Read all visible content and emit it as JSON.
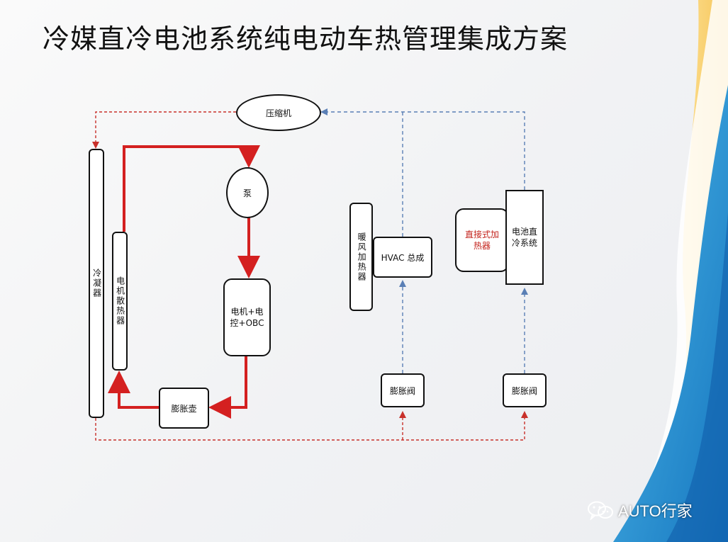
{
  "title": "冷媒直冷电池系统纯电动车热管理集成方案",
  "nodes": {
    "compressor": "压缩机",
    "condenser": "冷凝器",
    "pump": "泵",
    "motor_radiator": "电机散热器",
    "motor_controller": "电机+电\n控+OBC",
    "expansion_tank": "膨胀壶",
    "warm_air_heater": "暖风加热器",
    "hvac": "HVAC 总成",
    "expansion_valve_1": "膨胀阀",
    "direct_heater": "直接式加\n热器",
    "battery_direct_cooling": "电池直\n冷系统",
    "expansion_valve_2": "膨胀阀"
  },
  "colors": {
    "coolant_loop": "#d42020",
    "refrigerant_high": "#c8302a",
    "refrigerant_low": "#5a7fb5"
  },
  "watermark": {
    "icon": "wechat-icon",
    "text": "AUTO行家"
  }
}
